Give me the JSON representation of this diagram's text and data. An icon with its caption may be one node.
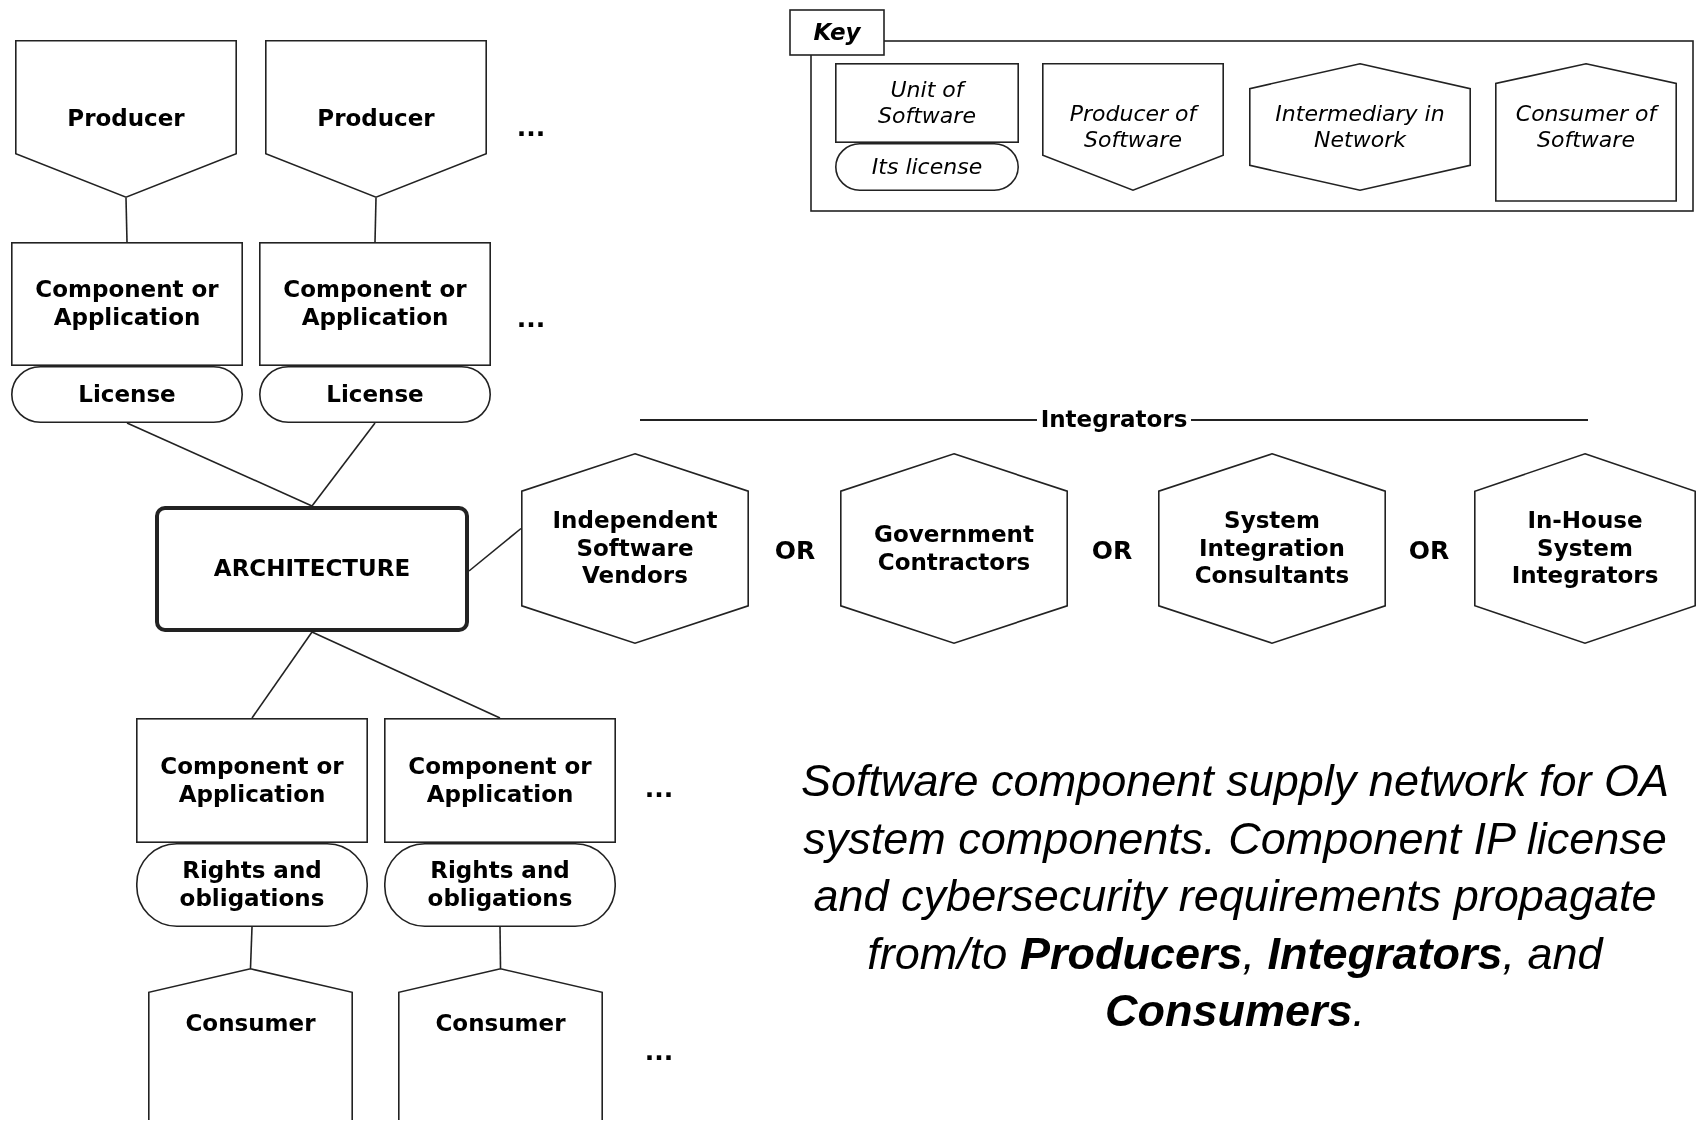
{
  "diagram": {
    "caption": "Software component supply network for OA system components. Component IP license and cybersecurity requirements propagate from/to **Producers**, **Integrators**, and **Consumers**.",
    "nodes": [
      {
        "text": [
          "Producer"
        ]
      },
      {
        "text": [
          "Producer"
        ]
      },
      {
        "text": [
          "Component or Application"
        ]
      },
      {
        "text": [
          "License"
        ]
      },
      {
        "text": [
          "Component or Application"
        ]
      },
      {
        "text": [
          "License"
        ]
      },
      {
        "text": [
          "ARCHITECTURE"
        ]
      },
      {
        "text": [
          "Independent Software Vendors"
        ]
      },
      {
        "text": [
          "Government Contractors"
        ]
      },
      {
        "text": [
          "System Integration Consultants"
        ]
      },
      {
        "text": [
          "In-House System Integrators"
        ]
      },
      {
        "text": [
          "Component or Application"
        ]
      },
      {
        "text": [
          "Rights and obligations"
        ]
      },
      {
        "text": [
          "Component or Application"
        ]
      },
      {
        "text": [
          "Rights and obligations"
        ]
      },
      {
        "text": [
          "Consumer"
        ]
      },
      {
        "text": [
          "Consumer"
        ]
      },
      {
        "text": [
          "Key"
        ]
      },
      {
        "text": [
          "Unit of Software"
        ],
        "in": 17
      },
      {
        "text": [
          "Its license"
        ],
        "in": 17
      },
      {
        "text": [
          "Producer of Software"
        ],
        "in": 17
      },
      {
        "text": [
          "Intermediary in Network"
        ],
        "in": 17
      },
      {
        "text": [
          "Consumer of Software"
        ],
        "in": 17
      }
    ],
    "edges": [
      {
        "from": 0,
        "to": 2,
        "arrow": "none"
      },
      {
        "from": 1,
        "to": 4,
        "arrow": "none"
      },
      {
        "from": 3,
        "to": 6,
        "arrow": "none"
      },
      {
        "from": 5,
        "to": 6,
        "arrow": "none"
      },
      {
        "from": 6,
        "to": 7,
        "arrow": "none"
      },
      {
        "from": 6,
        "to": 11,
        "arrow": "none"
      },
      {
        "from": 6,
        "to": 13,
        "arrow": "none"
      },
      {
        "from": 12,
        "to": 15,
        "arrow": "none"
      },
      {
        "from": 14,
        "to": 16,
        "arrow": "none"
      }
    ],
    "labels": [
      "...",
      "...",
      "Integrators",
      "OR",
      "OR",
      "OR",
      "...",
      "..."
    ]
  }
}
